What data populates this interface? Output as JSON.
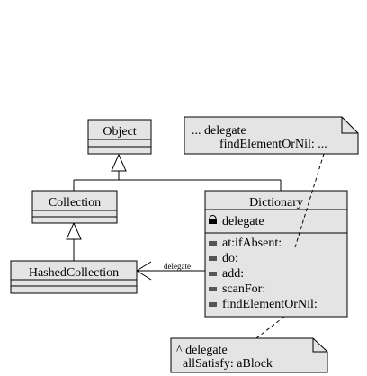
{
  "classes": {
    "object": {
      "name": "Object"
    },
    "collection": {
      "name": "Collection"
    },
    "hashed_collection": {
      "name": "HashedCollection"
    },
    "dictionary": {
      "name": "Dictionary",
      "attribute": "delegate",
      "methods": [
        "at:ifAbsent:",
        "do:",
        "add:",
        "scanFor:",
        "findElementOrNil:"
      ]
    }
  },
  "association": {
    "label": "delegate"
  },
  "notes": {
    "top": {
      "line1": "... delegate",
      "line2": "findElementOrNil: ..."
    },
    "bottom": {
      "line1": "^ delegate",
      "line2": "allSatisfy: aBlock"
    }
  },
  "icons": {
    "attribute_icon": "lock-icon",
    "method_icon": "method-icon"
  }
}
